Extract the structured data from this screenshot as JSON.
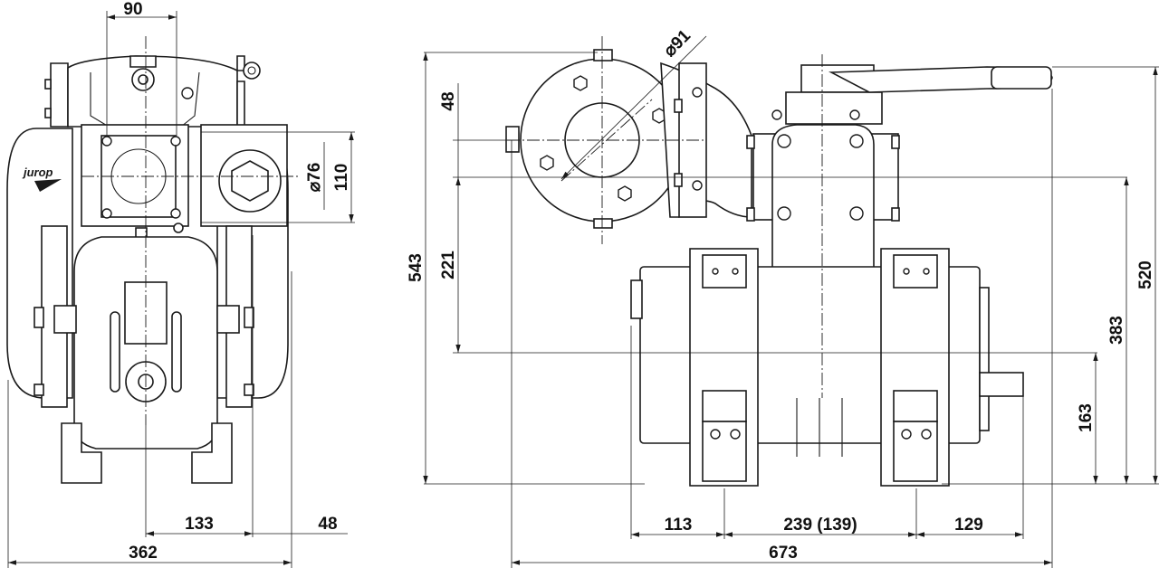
{
  "brand": {
    "logo": "jurop"
  },
  "front_view": {
    "dimensions": {
      "top_width": "90",
      "flange_diameter": "⌀76",
      "flange_height": "110",
      "half_width": "133",
      "side_offset": "48",
      "overall_width": "362"
    }
  },
  "side_view": {
    "dimensions": {
      "port_diameter": "⌀91",
      "port_offset": "48",
      "overall_height": "543",
      "port_to_shaft": "221",
      "handle_height": "520",
      "flange_height": "383",
      "shaft_height": "163",
      "front_overhang": "113",
      "foot_spacing": "239 (139)",
      "rear_overhang": "129",
      "overall_length": "673"
    }
  }
}
